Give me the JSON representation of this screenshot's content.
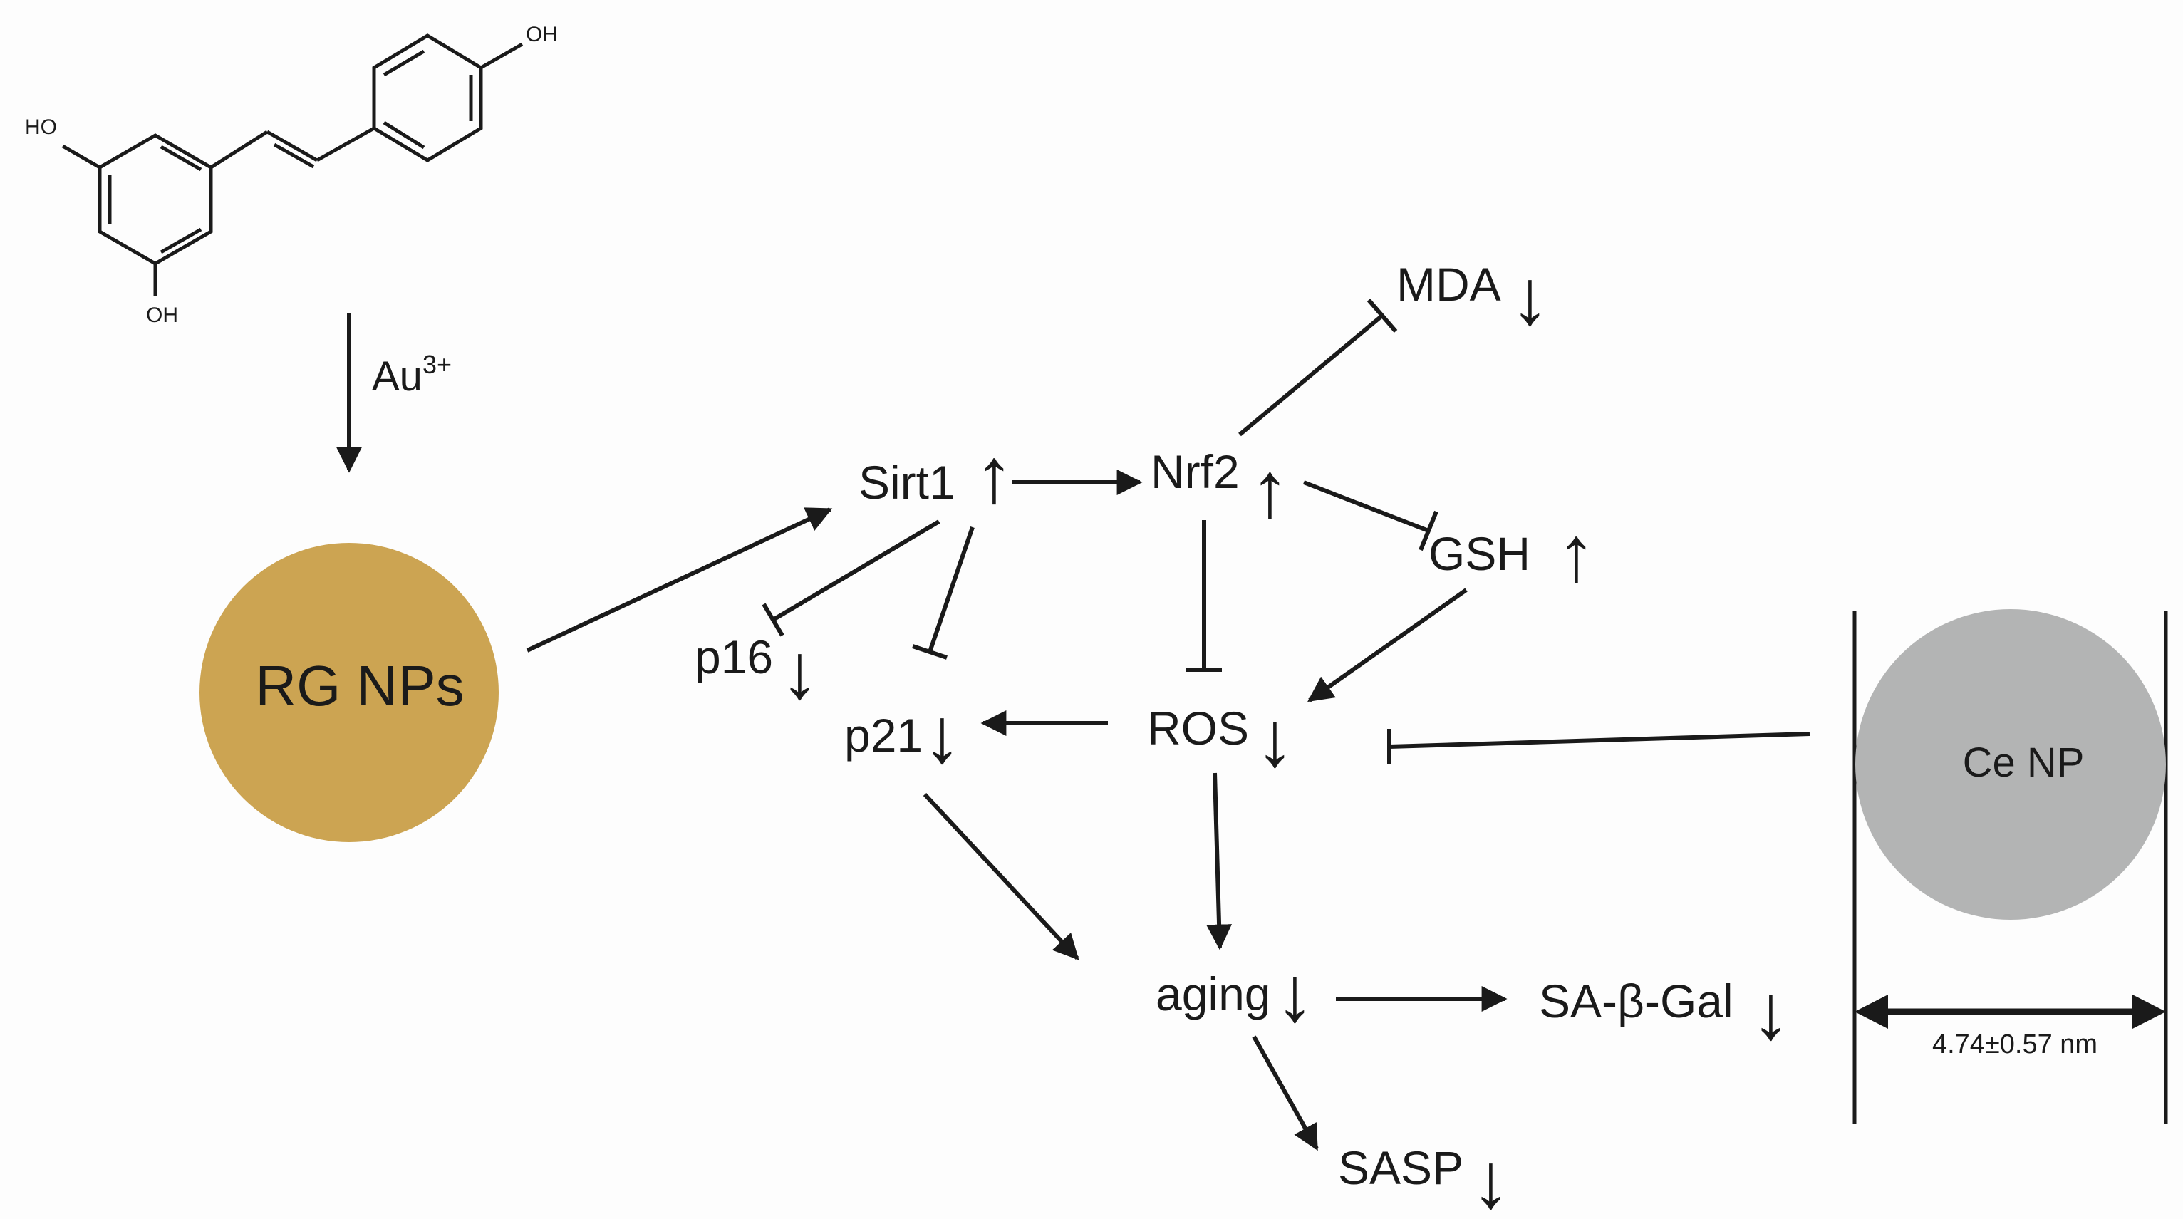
{
  "molecule": {
    "oh_top": "OH",
    "oh_left": "HO",
    "oh_bottom": "OH"
  },
  "reagent": {
    "base": "Au",
    "sup": "3+"
  },
  "nodes": {
    "rg_nps": "RG NPs",
    "ce_np": "Ce NP",
    "sirt1": "Sirt1",
    "nrf2": "Nrf2",
    "mda": "MDA",
    "gsh": "GSH",
    "p16": "p16",
    "p21": "p21",
    "ros": "ROS",
    "aging": "aging",
    "sa_gal": "SA-β-Gal",
    "sasp": "SASP"
  },
  "indicators": {
    "up": "↑",
    "down": "↓"
  },
  "size_label": "4.74±0.57 nm",
  "colors": {
    "rg_nps": "#cca452",
    "ce_np": "#b3b4b4",
    "line": "#1a1a1a"
  }
}
